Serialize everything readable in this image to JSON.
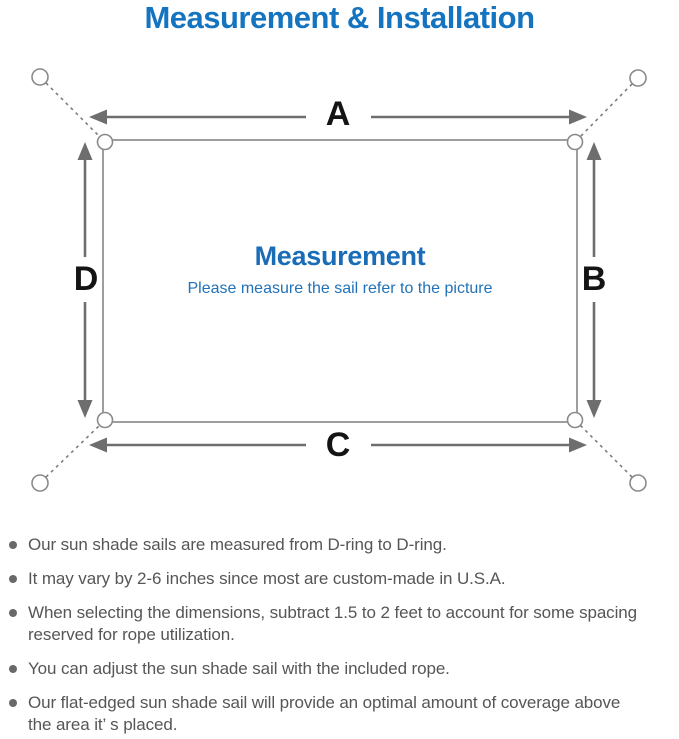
{
  "title": "Measurement & Installation",
  "diagram": {
    "labels": {
      "top": "A",
      "right": "B",
      "bottom": "C",
      "left": "D"
    },
    "center_title": "Measurement",
    "center_subtitle": "Please measure the sail refer to the picture",
    "colors": {
      "title_blue": "#1574c0",
      "center_blue": "#1a6cb7",
      "arrow_gray": "#6e6e6e",
      "outline_gray": "#9e9e9e",
      "label_black": "#141414",
      "note_gray": "#565656"
    }
  },
  "bullets": {
    "items": [
      {
        "text": "Our sun shade sails are measured from D-ring to D-ring."
      },
      {
        "text": "It may vary by 2-6 inches since most are custom-made in U.S.A."
      },
      {
        "text": "When selecting the dimensions, subtract 1.5 to 2 feet to account for some spacing\nreserved for rope utilization."
      },
      {
        "text": "You can adjust the sun shade sail with the included rope."
      },
      {
        "text": "Our flat-edged sun shade sail will provide an optimal amount of coverage above\nthe area it’ s placed."
      }
    ]
  }
}
